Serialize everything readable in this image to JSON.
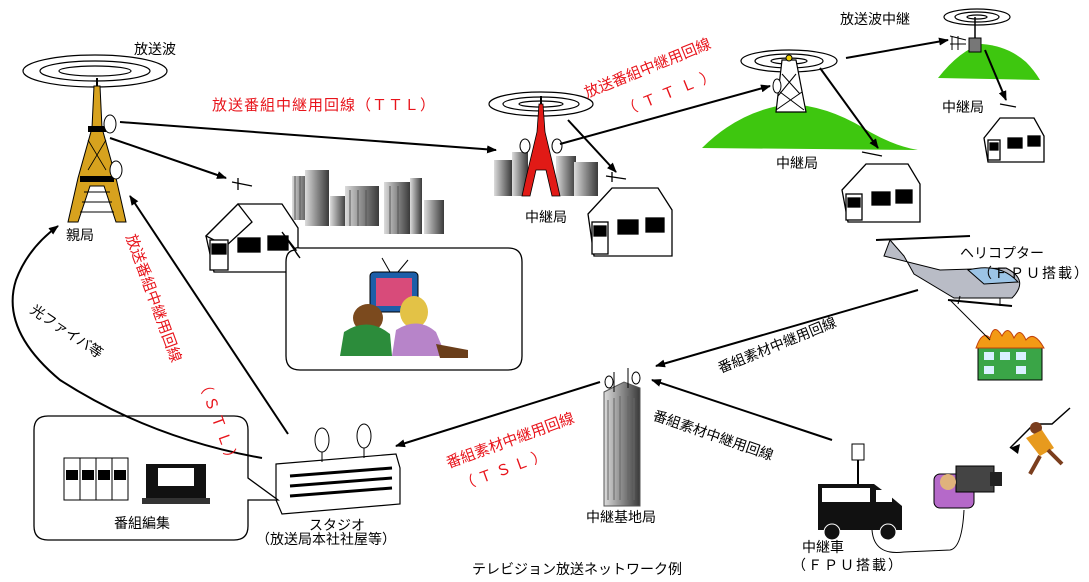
{
  "caption": "テレビジョン放送ネットワーク例",
  "labels": {
    "broadcast_wave": "放送波",
    "broadcast_wave_relay": "放送波中継",
    "ttl_1": "放送番組中継用回線（ＴＴＬ）",
    "ttl_2_line1": "放送番組中継用回線",
    "ttl_2_line2": "（ＴＴＬ）",
    "stl_line1": "放送番組中継用回線",
    "stl_line2": "（ＳＴＬ）",
    "tsl_line1": "番組素材中継用回線",
    "tsl_line2": "（ＴＳＬ）",
    "material_line_heli": "番組素材中継用回線",
    "material_line_van": "番組素材中継用回線",
    "main_station": "親局",
    "relay_station_center": "中継局",
    "relay_station_mountain": "中継局",
    "relay_station_right": "中継局",
    "relay_base_station": "中継基地局",
    "helicopter_line1": "ヘリコプター",
    "helicopter_line2": "（ＦＰＵ搭載）",
    "relay_van_line1": "中継車",
    "relay_van_line2": "（ＦＰＵ搭載）",
    "studio_line1": "スタジオ",
    "studio_line2": "（放送局本社社屋等）",
    "editing": "番組編集",
    "optical_fiber": "光ファイバ等"
  },
  "colors": {
    "red_text": "#e8141b",
    "mountain_green": "#3ec70f",
    "tower_red": "#e11a16",
    "tower_gold": "#d7a21e"
  }
}
